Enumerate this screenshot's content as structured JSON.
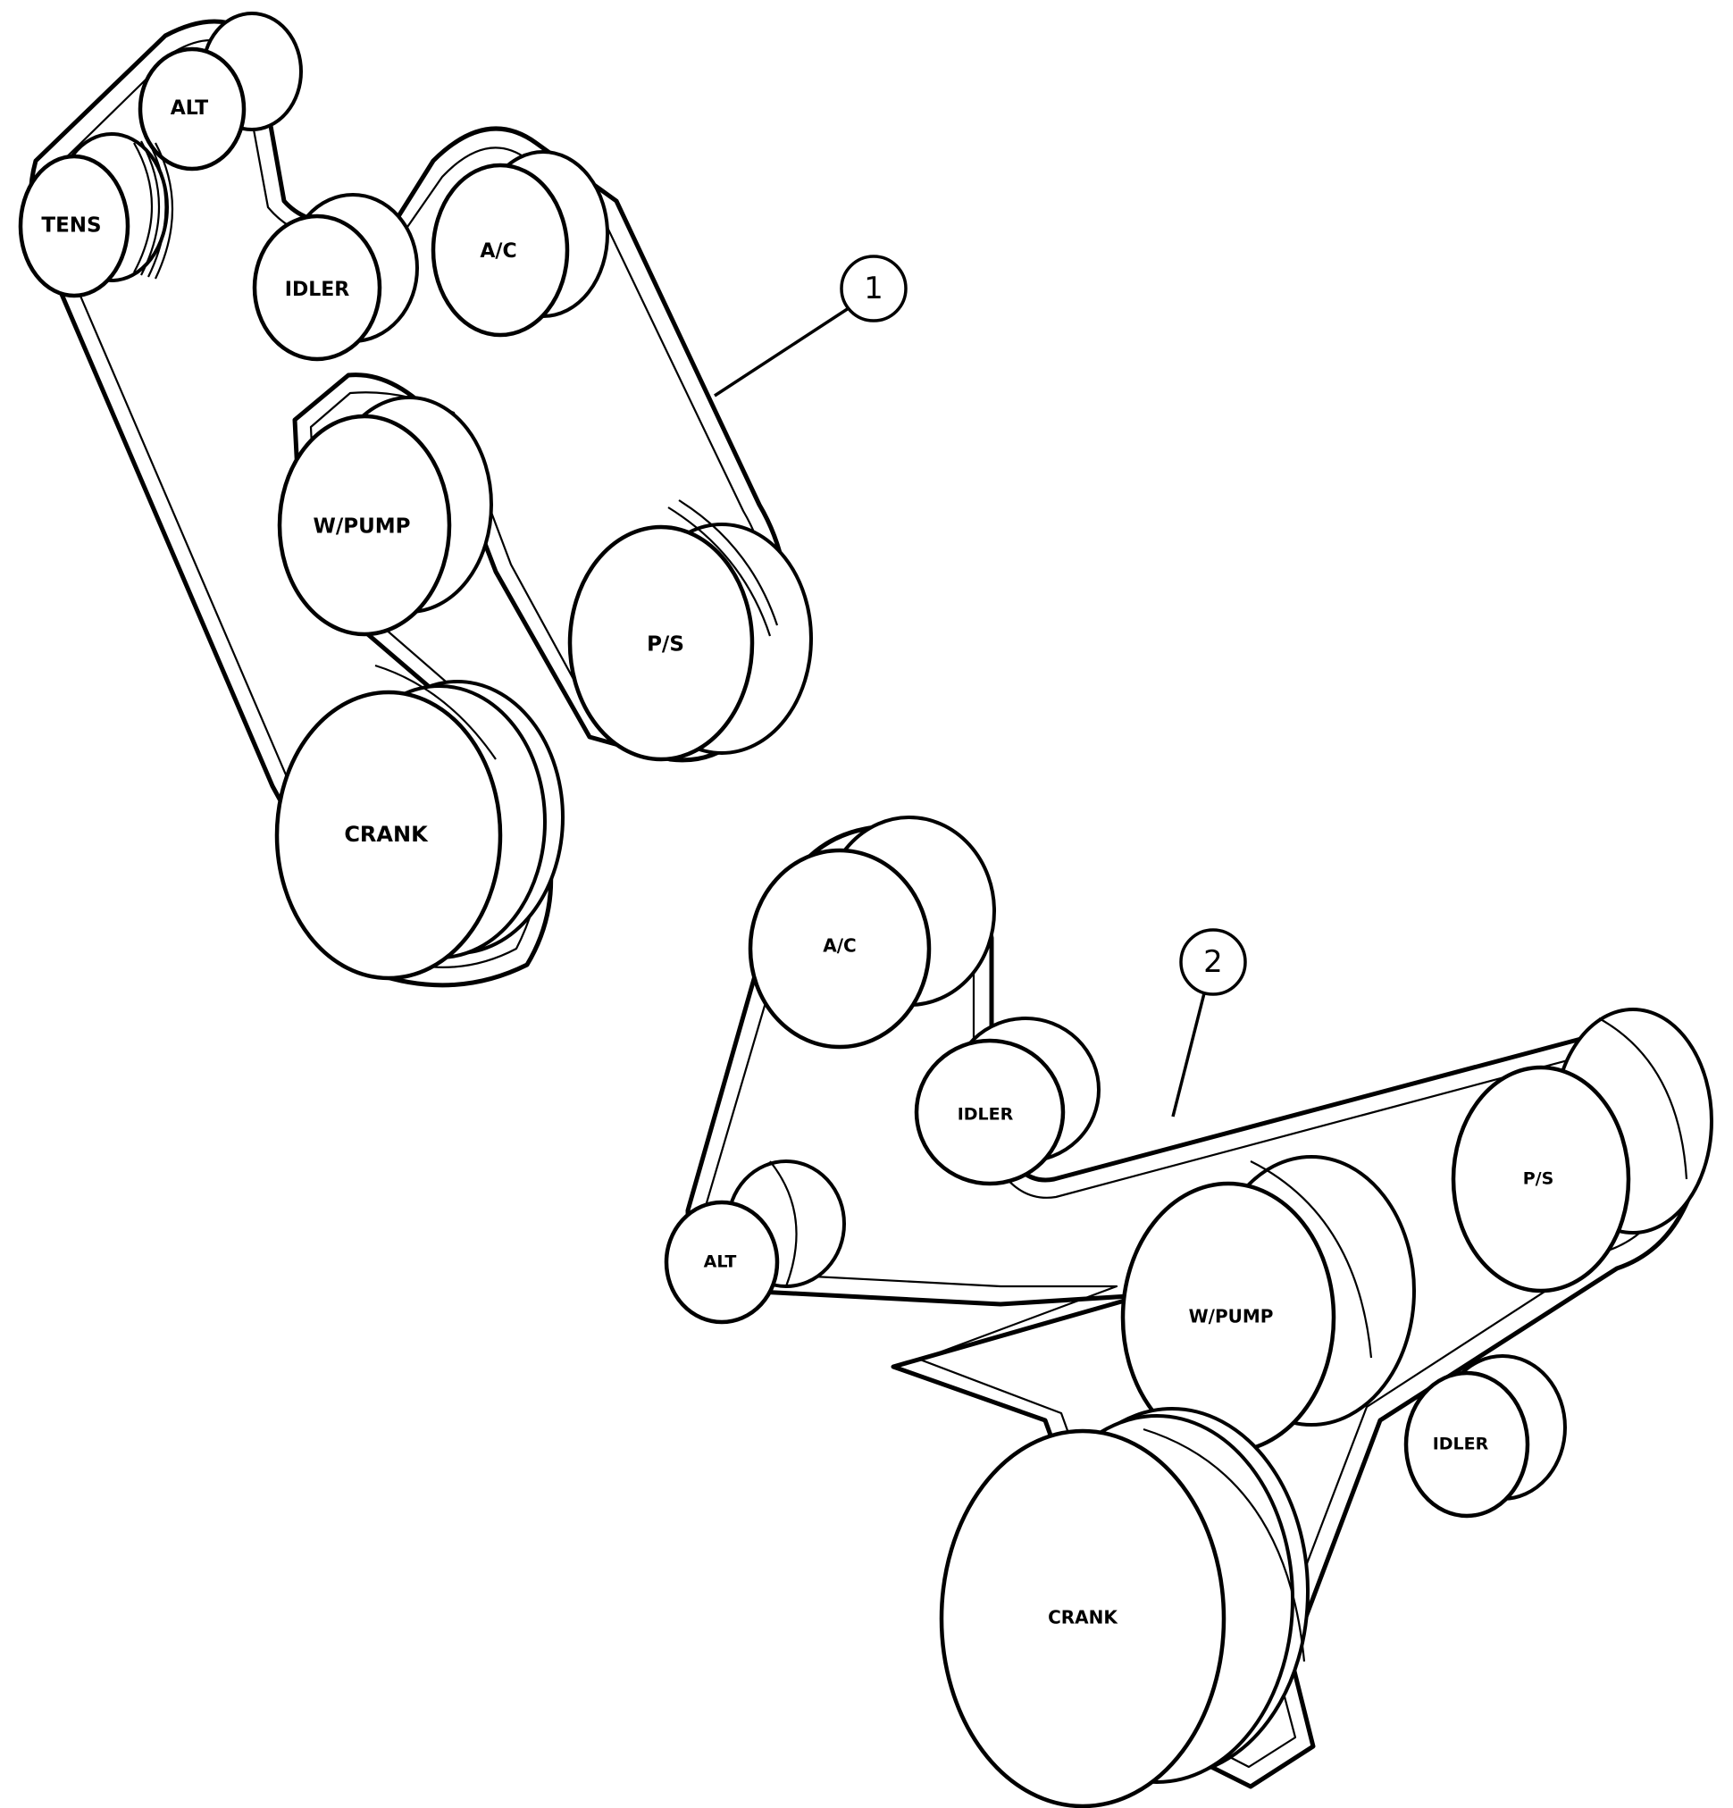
{
  "diagram_1": {
    "callout": "1",
    "labels": {
      "alt": "ALT",
      "tens": "TENS",
      "idler": "IDLER",
      "ac": "A/C",
      "wpump": "W/PUMP",
      "ps": "P/S",
      "crank": "CRANK"
    }
  },
  "diagram_2": {
    "callout": "2",
    "labels": {
      "ac": "A/C",
      "idler_upper": "IDLER",
      "alt": "ALT",
      "wpump": "W/PUMP",
      "ps": "P/S",
      "idler_lower": "IDLER",
      "crank": "CRANK"
    }
  }
}
